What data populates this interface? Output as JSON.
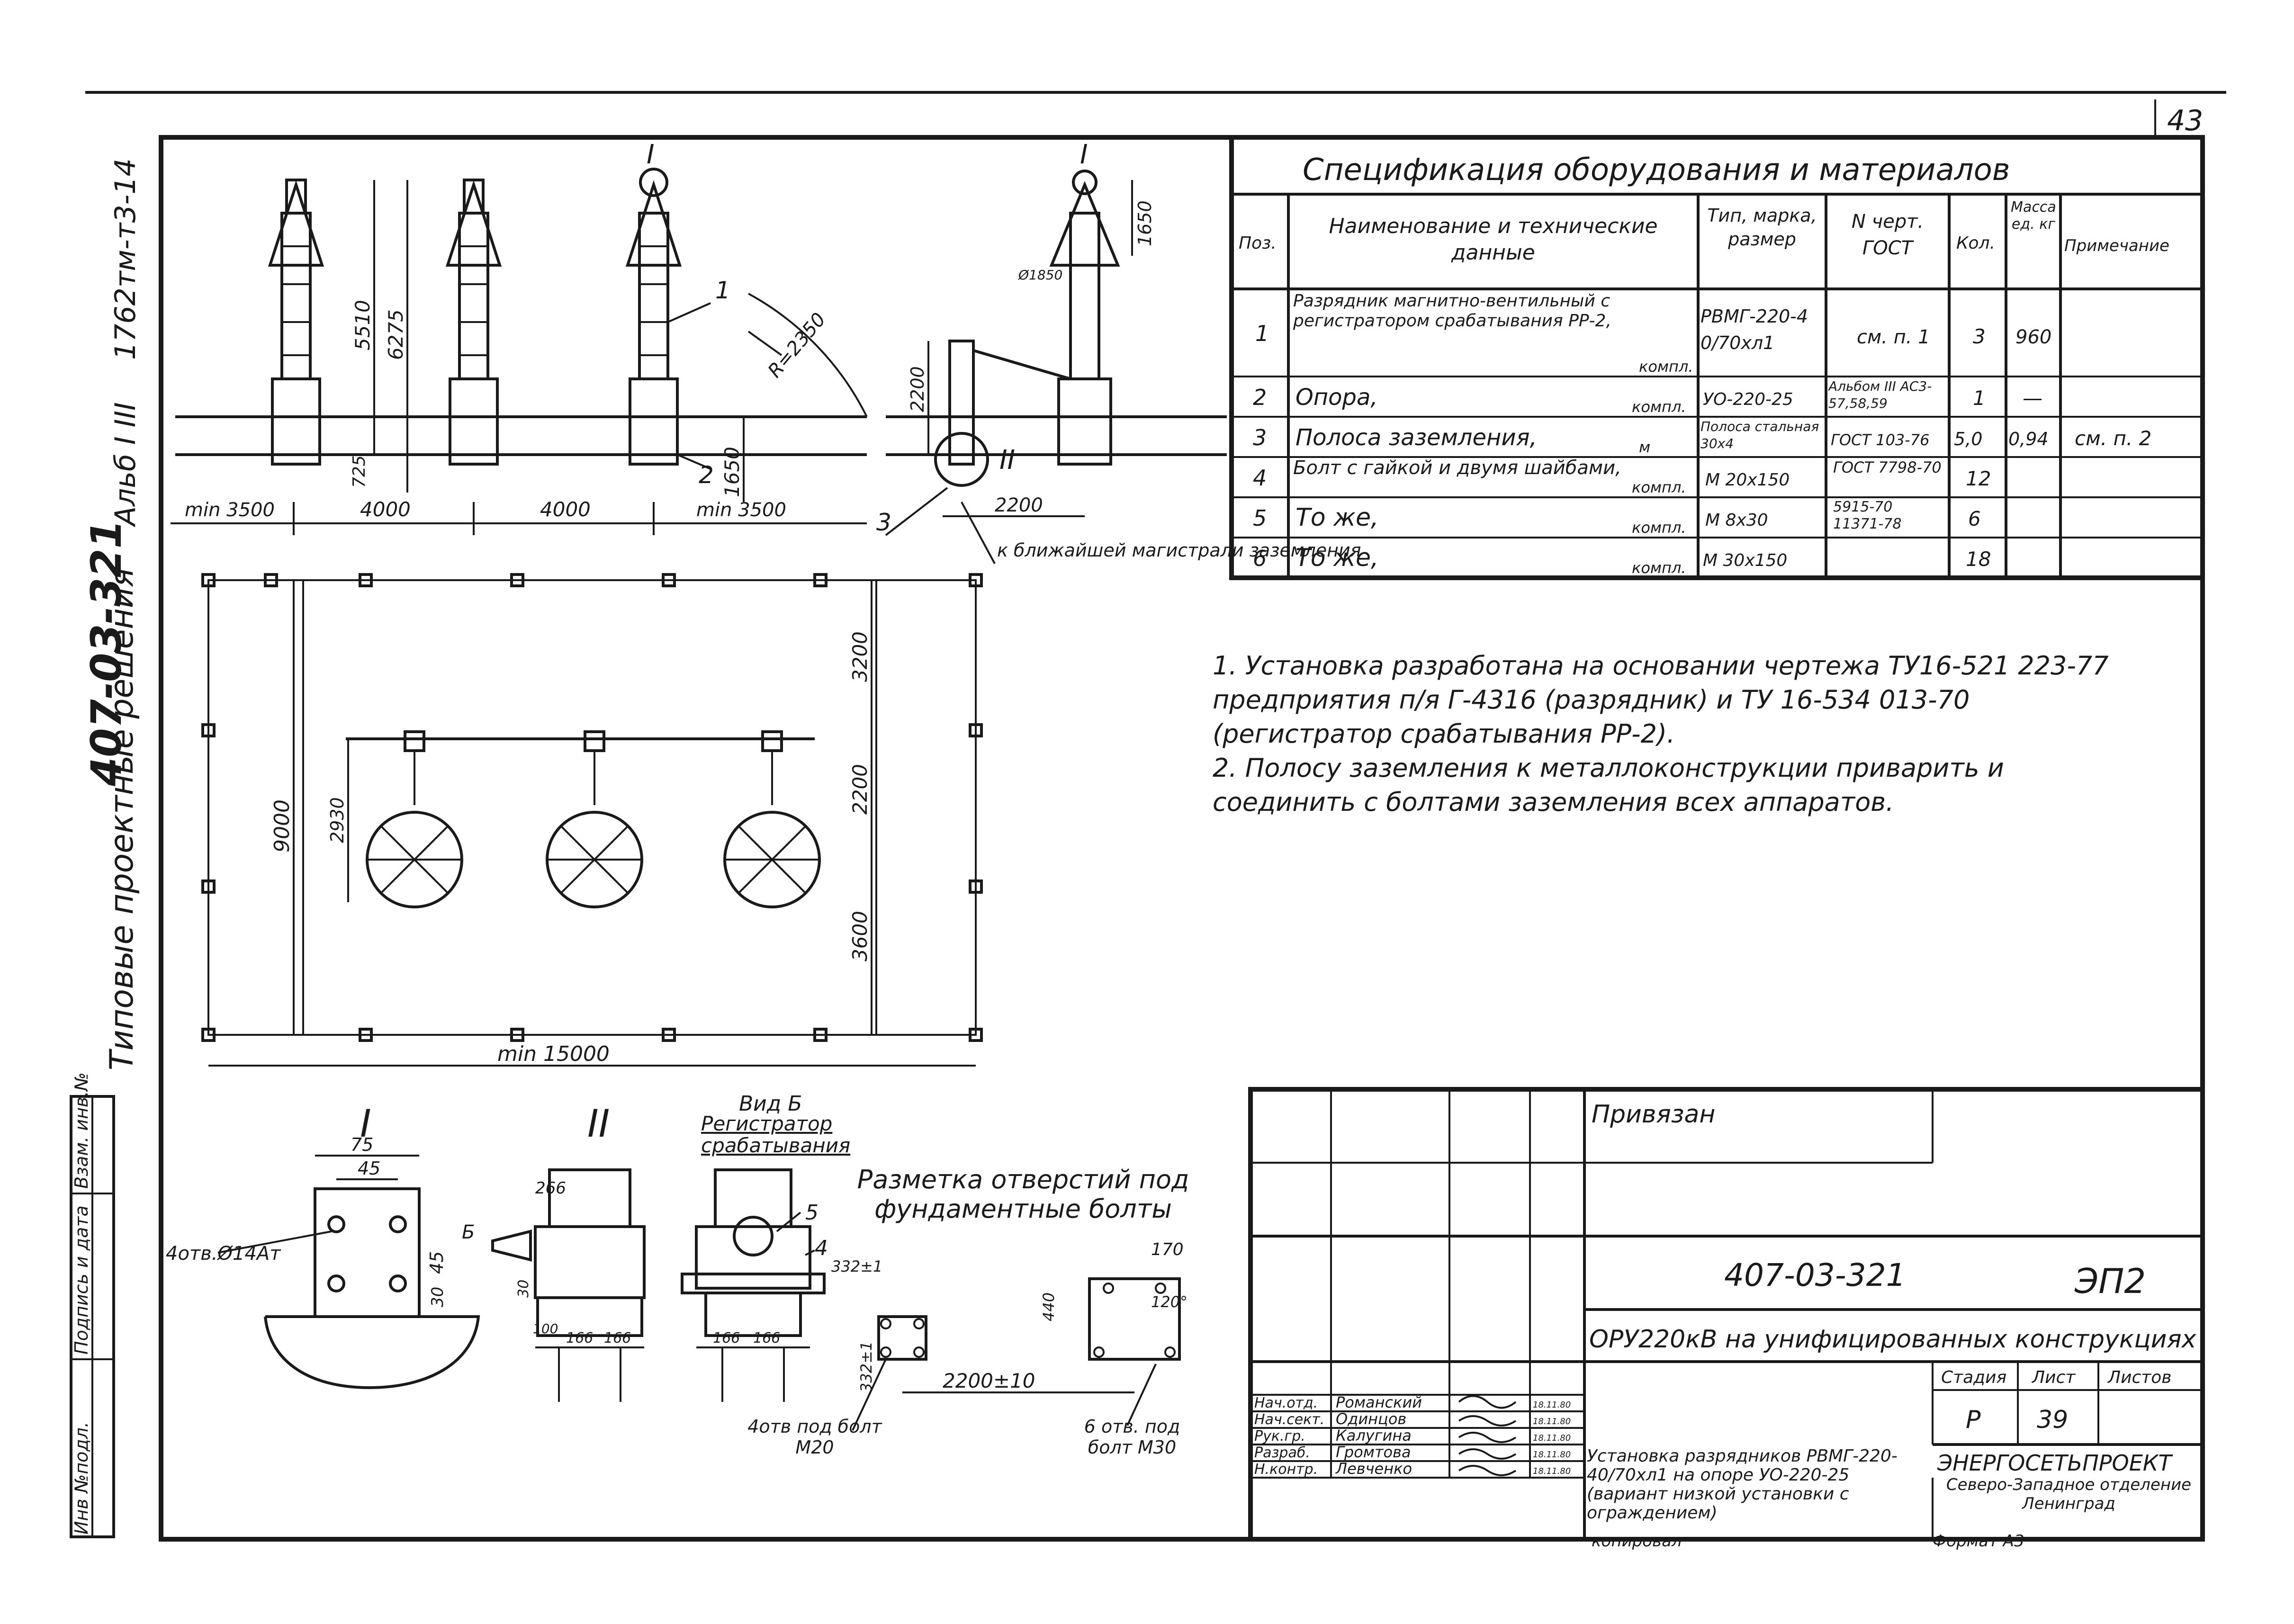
{
  "sheet": {
    "page_number": "43",
    "album_code": "1762тм-т3-14",
    "album_label": "Альб I III",
    "project_number": "407-03-321",
    "project_type": "Типовые проектные решения"
  },
  "side_stamp": [
    "Инв №подл.",
    "Подпись и дата",
    "Взам. инв.№"
  ],
  "elevation": {
    "dims": [
      "min 3500",
      "4000",
      "4000",
      "min 3500",
      "2200"
    ],
    "heights": [
      "5510",
      "6275",
      "1650",
      "725",
      "1650",
      "2200",
      "R=2350",
      "Ø1850"
    ],
    "callouts": [
      "I",
      "I",
      "II",
      "1",
      "2",
      "3"
    ],
    "ground_note": "к ближайшей магистрали заземления"
  },
  "plan": {
    "dims": [
      "3200",
      "2200",
      "3600",
      "9000",
      "2930",
      "min 15000"
    ]
  },
  "spec": {
    "title": "Спецификация оборудования и материалов",
    "headers": {
      "pos": "Поз.",
      "name": "Наименование и технические данные",
      "type": "Тип, марка, размер",
      "gost": "N черт. ГОСТ",
      "qty": "Кол.",
      "mass": "Масса ед. кг",
      "note": "Примечание"
    },
    "rows": [
      {
        "pos": "1",
        "name": "Разрядник магнитно-вентильный с регистратором срабатывания РР-2,",
        "unit": "компл.",
        "type": "РВМГ-220-40/70хл1",
        "gost": "см. п. 1",
        "qty": "3",
        "mass": "960",
        "note": ""
      },
      {
        "pos": "2",
        "name": "Опора,",
        "unit": "компл.",
        "type": "УО-220-25",
        "gost": "Альбом III АС3-57,58,59",
        "qty": "1",
        "mass": "—",
        "note": ""
      },
      {
        "pos": "3",
        "name": "Полоса заземления,",
        "unit": "м",
        "type": "Полоса стальная 30х4",
        "gost": "ГОСТ 103-76",
        "qty": "5,0",
        "mass": "0,94",
        "note": "см. п. 2"
      },
      {
        "pos": "4",
        "name": "Болт с гайкой и двумя шайбами,",
        "unit": "компл.",
        "type": "М 20х150",
        "gost": "ГОСТ 7798-70",
        "qty": "12",
        "mass": "",
        "note": ""
      },
      {
        "pos": "5",
        "name": "То же,",
        "unit": "компл.",
        "type": "М 8х30",
        "gost": "5915-70 11371-78",
        "qty": "6",
        "mass": "",
        "note": ""
      },
      {
        "pos": "6",
        "name": "То же,",
        "unit": "компл.",
        "type": "М 30х150",
        "gost": "",
        "qty": "18",
        "mass": "",
        "note": ""
      }
    ]
  },
  "notes": [
    "1. Установка разработана на основании чертежа ТУ16-521 223-77 предприятия п/я Г-4316 (разрядник) и ТУ 16-534 013-70 (регистратор срабатывания РР-2).",
    "2. Полосу заземления к металлоконструкции приварить и соединить с болтами заземления всех аппаратов."
  ],
  "details": {
    "detail_I": "I",
    "detail_II": "II",
    "view_B": "Вид Б",
    "registrator": "Регистратор срабатывания",
    "holes_label": "4отв.Ø14Ат",
    "dims_I": [
      "75",
      "45",
      "45",
      "30"
    ],
    "dims_II": [
      "266",
      "100",
      "166",
      "166",
      "30"
    ],
    "marks": [
      "5",
      "4",
      "Б"
    ],
    "marking_title": "Разметка отверстий под фундаментные болты",
    "marking_dims": [
      "332±1",
      "332±1",
      "2200±10",
      "170",
      "440",
      "120°"
    ],
    "bolts_m20": "4отв под болт М20",
    "bolts_m30": "6 отв. под болт М30"
  },
  "title_block": {
    "bound": "Привязан",
    "code": "407-03-321",
    "sheet_code": "ЭП2",
    "object": "ОРУ220кВ на унифицированных конструкциях",
    "roles": [
      "Нач.отд.",
      "Нач.сект.",
      "Рук.гр.",
      "Разраб.",
      "Н.контр."
    ],
    "names": [
      "Романский",
      "Одинцов",
      "Калугина",
      "Громтова",
      "Левченко"
    ],
    "dates": [
      "18.11.80",
      "18.11.80",
      "18.11.80",
      "18.11.80",
      "18.11.80"
    ],
    "stage_label": "Стадия",
    "sheet_label": "Лист",
    "sheets_label": "Листов",
    "stage": "Р",
    "sheet_no": "39",
    "description": "Установка разрядников РВМГ-220-40/70хл1 на опоре УО-220-25 (вариант низкой установки с ограждением)",
    "org": "ЭНЕРГОСЕТЬПРОЕКТ",
    "org_branch": "Северо-Западное отделение Ленинград",
    "copied": "копировал",
    "format": "Формат А3"
  }
}
